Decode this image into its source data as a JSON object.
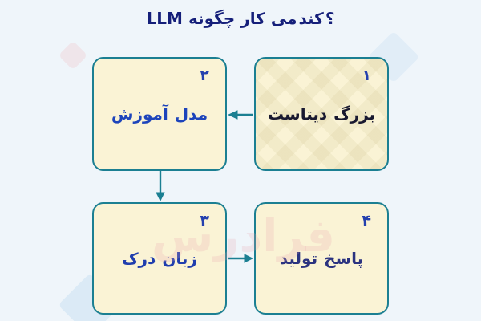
{
  "title": {
    "text": "LLM چگونه کار می‌کند؟",
    "segments": [
      "LLM",
      "چگونه",
      "کار",
      "می",
      "کند",
      "؟"
    ]
  },
  "boxes": [
    {
      "step": "۱",
      "label": "دیتاست بزرگ",
      "words": [
        "دیتاست",
        "بزرگ"
      ]
    },
    {
      "step": "۲",
      "label": "آموزش مدل",
      "words": [
        "آموزش",
        "مدل"
      ]
    },
    {
      "step": "۳",
      "label": "درک زبان",
      "words": [
        "درک",
        "زبان"
      ]
    },
    {
      "step": "۴",
      "label": "تولید پاسخ",
      "words": [
        "تولید",
        "پاسخ"
      ]
    }
  ],
  "arrows": [
    {
      "from": "۱",
      "to": "۲",
      "direction": "left"
    },
    {
      "from": "۲",
      "to": "۳",
      "direction": "down"
    },
    {
      "from": "۳",
      "to": "۴",
      "direction": "right"
    }
  ],
  "watermark": {
    "text": "فرادرس"
  },
  "colors": {
    "background": "#eff5fa",
    "box_fill": "#faf3d5",
    "border_teal": "#1b7f92",
    "arrow_teal": "#1b7f92",
    "title": "#151f7a",
    "number_blue": "#2440ae",
    "box1_text": "#191930",
    "box2_text": "#1d44bb",
    "box3_text": "#203eae",
    "box4_text": "#2b3380",
    "watermark_pink": "rgba(232,162,172,0.22)"
  }
}
